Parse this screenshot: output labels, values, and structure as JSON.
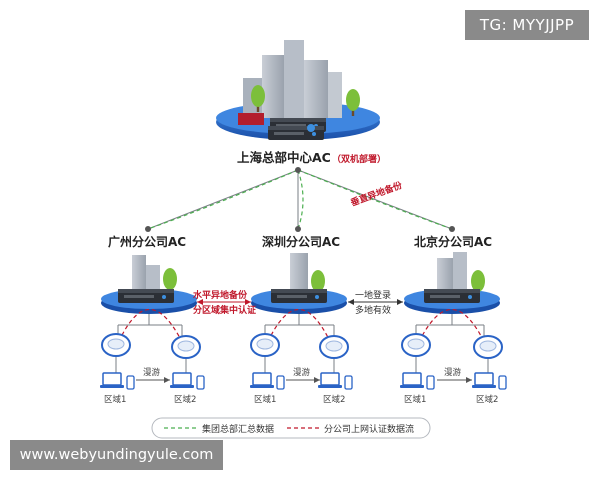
{
  "hq": {
    "title": "上海总部中心AC",
    "note": "（双机部署）"
  },
  "vertical_backup": "垂直异地备份",
  "branches": [
    {
      "name": "广州分公司AC",
      "zone_a": "区域1",
      "zone_b": "区域2",
      "roam": "漫游"
    },
    {
      "name": "深圳分公司AC",
      "zone_a": "区域1",
      "zone_b": "区域2",
      "roam": "漫游"
    },
    {
      "name": "北京分公司AC",
      "zone_a": "区域1",
      "zone_b": "区域2",
      "roam": "漫游"
    }
  ],
  "horizontal_backup": {
    "line1": "水平异地备份",
    "line2": "分区域集中认证"
  },
  "login": {
    "line1": "一地登录",
    "line2": "多地有效"
  },
  "legend": {
    "green_label": "集团总部汇总数据",
    "red_label": "分公司上网认证数据流"
  },
  "colors": {
    "platform_blue": "#1f5fc4",
    "green_dash": "#4caf50",
    "red_dash": "#c0182b",
    "accent_red": "#c0182b"
  },
  "watermarks": {
    "tg": "TG: MYYJJPP",
    "site": "www.webyundingyule.com"
  }
}
